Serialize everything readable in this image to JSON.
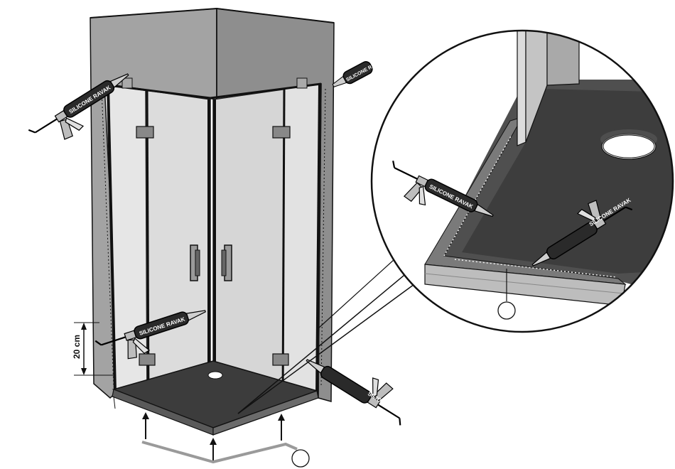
{
  "gun_text": "SILICONE RAVAK",
  "dimension_label": "20 cm",
  "callout_markers": [
    "",
    ""
  ],
  "colors": {
    "wall": "#9a9a9a",
    "wall_dark": "#7a7a7a",
    "tray": "#4a4a4a",
    "glass": "#d8d8d8",
    "line": "#111111"
  },
  "icons": [
    "silicone-gun-icon",
    "arrow-up-icon",
    "magnifier-circle"
  ]
}
